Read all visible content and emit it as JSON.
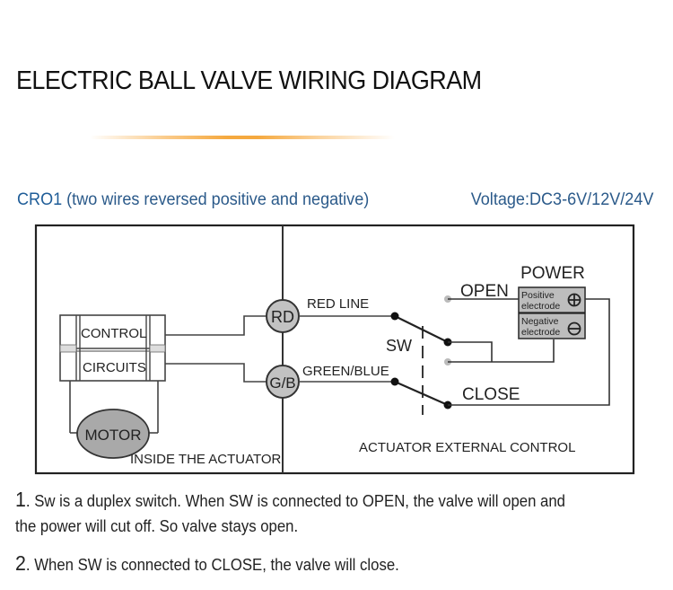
{
  "header": {
    "title": "ELECTRIC BALL VALVE WIRING DIAGRAM",
    "accent_color": "#f5a93f"
  },
  "subheader": {
    "model_code": "CRO1",
    "model_description": " (two wires reversed positive and negative)",
    "voltage": "Voltage:DC3-6V/12V/24V",
    "text_color": "#2b5a8a"
  },
  "diagram": {
    "inside_section_label": "INSIDE THE ACTUATOR",
    "outside_section_label": "ACTUATOR EXTERNAL CONTROL",
    "control_block": {
      "label_top": "CONTROL",
      "label_bottom": "CIRCUITS"
    },
    "motor_label": "MOTOR",
    "terminals": [
      {
        "id": "rd",
        "label": "RD",
        "wire_label": "RED LINE"
      },
      {
        "id": "gb",
        "label": "G/B",
        "wire_label": "GREEN/BLUE"
      }
    ],
    "switch_label": "SW",
    "open_label": "OPEN",
    "close_label": "CLOSE",
    "power": {
      "label": "POWER",
      "positive_line1": "Positive",
      "positive_line2": "electrode",
      "negative_line1": "Negative",
      "negative_line2": "electrode",
      "positive_symbol": "⊕",
      "negative_symbol": "⊖"
    }
  },
  "notes": [
    {
      "number": "1",
      "text": ". Sw is a duplex switch. When SW is connected to OPEN, the valve will open and",
      "continuation": "the power will cut off. So valve stays open."
    },
    {
      "number": "2",
      "text": ". When SW is connected to CLOSE, the valve will close."
    }
  ]
}
